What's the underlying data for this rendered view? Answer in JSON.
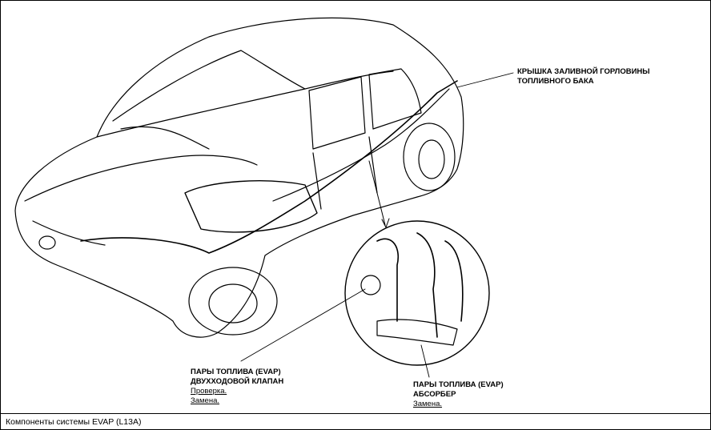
{
  "labels": {
    "filler_cap": {
      "line1": "КРЫШКА ЗАЛИВНОЙ ГОРЛОВИНЫ",
      "line2": "ТОПЛИВНОГО БАКА"
    },
    "two_way_valve": {
      "line1": "ПАРЫ ТОПЛИВА (EVAP)",
      "line2": "ДВУХХОДОВОЙ КЛАПАН",
      "link1": "Проверка.",
      "link2": "Замена."
    },
    "canister": {
      "line1": "ПАРЫ ТОПЛИВА (EVAP)",
      "line2": "АБСОРБЕР",
      "link1": "Замена."
    }
  },
  "caption": "Компоненты системы EVAP (L13A)",
  "colors": {
    "ink": "#000000",
    "paper": "#ffffff"
  }
}
